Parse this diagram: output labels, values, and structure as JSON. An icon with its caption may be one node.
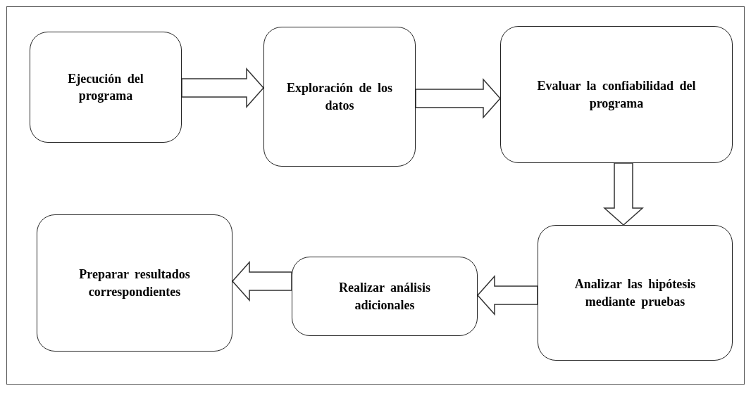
{
  "diagram": {
    "nodes": [
      {
        "text": [
          "Ejecución del programa"
        ]
      },
      {
        "text": [
          "Exploración de los datos"
        ]
      },
      {
        "text": [
          "Evaluar la confiabilidad del programa"
        ]
      },
      {
        "text": [
          "Analizar las hipótesis mediante pruebas"
        ]
      },
      {
        "text": [
          "Realizar análisis adicionales"
        ]
      },
      {
        "text": [
          "Preparar resultados correspondientes"
        ]
      }
    ],
    "edges": [
      {
        "from": 0,
        "to": 1,
        "arrow": "to"
      },
      {
        "from": 1,
        "to": 2,
        "arrow": "to"
      },
      {
        "from": 2,
        "to": 3,
        "arrow": "to"
      },
      {
        "from": 3,
        "to": 4,
        "arrow": "to"
      },
      {
        "from": 4,
        "to": 5,
        "arrow": "to"
      }
    ]
  }
}
